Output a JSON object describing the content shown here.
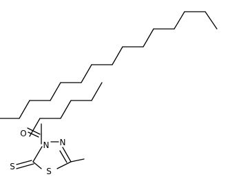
{
  "structure": {
    "atom_labels": {
      "carbonyl_oxygen": "O",
      "ring_nitrogen_3": "N",
      "ring_nitrogen_4": "N",
      "thione_sulfur": "S",
      "ring_sulfur": "S"
    },
    "colors": {
      "bond": "#000000",
      "label": "#000000",
      "background": "#ffffff"
    }
  }
}
